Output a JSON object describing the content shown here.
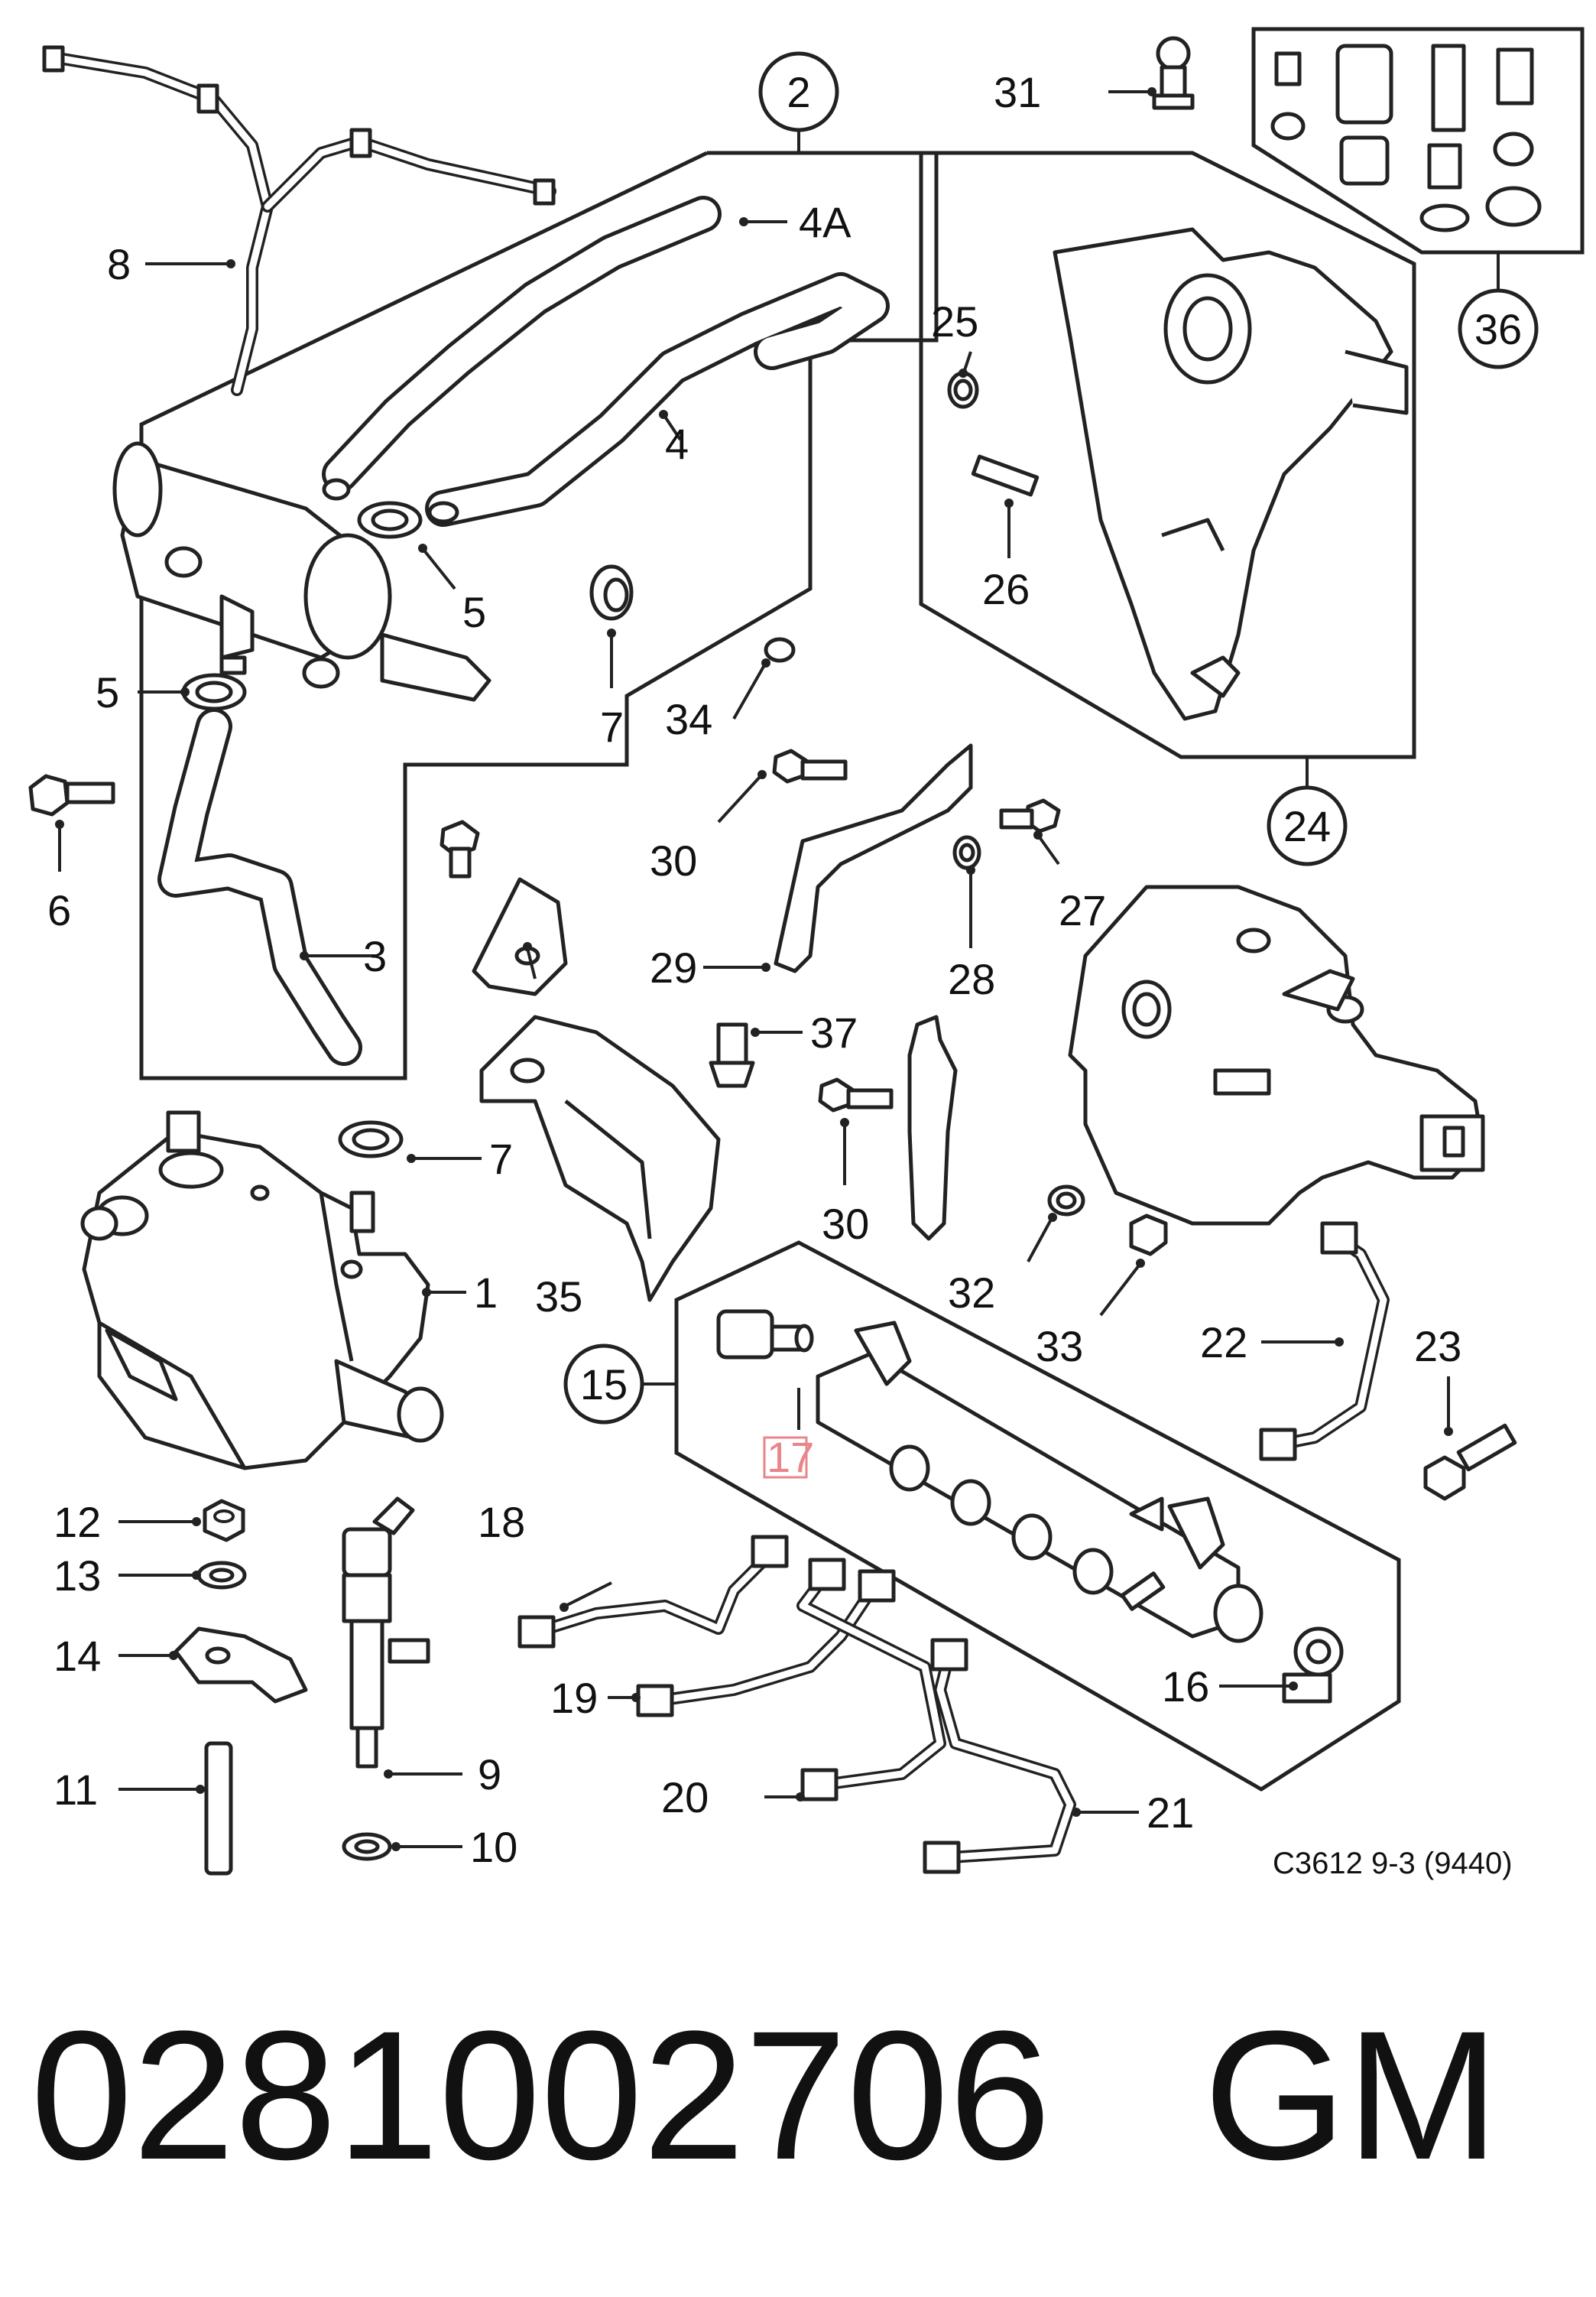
{
  "diagram": {
    "labels": {
      "l1": "1",
      "l3": "3",
      "l4": "4",
      "l4a": "4A",
      "l5a": "5",
      "l5b": "5",
      "l6": "6",
      "l7a": "7",
      "l7b": "7",
      "l8": "8",
      "l9": "9",
      "l10": "10",
      "l11": "11",
      "l12": "12",
      "l13": "13",
      "l14": "14",
      "l16": "16",
      "l17": "17",
      "l18": "18",
      "l19": "19",
      "l20": "20",
      "l21": "21",
      "l22": "22",
      "l23": "23",
      "l25": "25",
      "l26": "26",
      "l27": "27",
      "l28": "28",
      "l29": "29",
      "l30a": "30",
      "l30b": "30",
      "l31": "31",
      "l32": "32",
      "l33": "33",
      "l34": "34",
      "l35": "35",
      "l37": "37"
    },
    "circled": {
      "c2": "2",
      "c15": "15",
      "c24": "24",
      "c36": "36"
    },
    "caption": "C3612 9-3 (9440)",
    "highlight_color": "#e8868a"
  },
  "footer": {
    "part_number": "0281002706",
    "brand": "GM"
  }
}
